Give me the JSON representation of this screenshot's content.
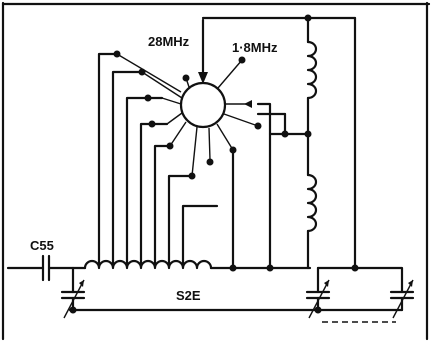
{
  "labels": {
    "band_high": "28MHz",
    "band_low": "1·8MHz",
    "capacitor": "C55",
    "switch": "S2E"
  }
}
